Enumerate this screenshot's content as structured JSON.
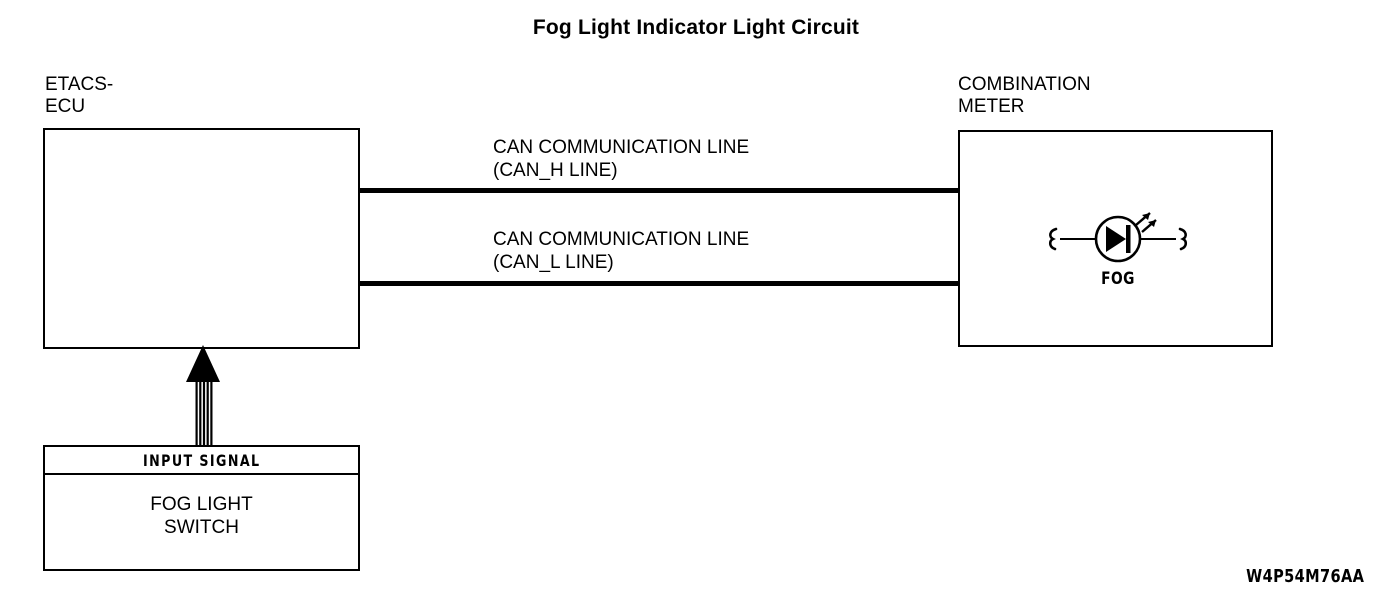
{
  "title": "Fog Light Indicator Light Circuit",
  "units": {
    "ecu": {
      "label": "ETACS-\nECU",
      "name": "ETACS-ECU"
    },
    "meter": {
      "label": "COMBINATION\nMETER",
      "name": "COMBINATION METER",
      "indicator": {
        "symbol": "led-icon",
        "label": "FOG"
      }
    },
    "switch": {
      "header": "INPUT SIGNAL",
      "label": "FOG LIGHT\nSWITCH"
    }
  },
  "connections": {
    "can_high": {
      "caption": "CAN COMMUNICATION LINE\n(CAN_H LINE)",
      "line1": "CAN COMMUNICATION LINE",
      "line2": "(CAN_H LINE)"
    },
    "can_low": {
      "caption": "CAN COMMUNICATION LINE\n(CAN_L LINE)",
      "line1": "CAN COMMUNICATION LINE",
      "line2": "(CAN_L LINE)"
    },
    "input_signal_arrow": "input-signal-arrow"
  },
  "drawing_code": "W4P54M76AA",
  "colors": {
    "ink": "#000000",
    "background": "#ffffff"
  }
}
